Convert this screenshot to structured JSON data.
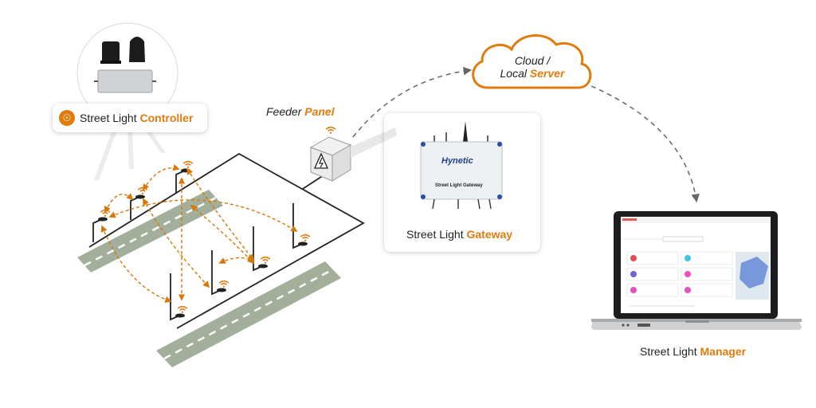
{
  "controller": {
    "label_main": "Street Light ",
    "label_accent": "Controller"
  },
  "feeder": {
    "label_main": "Feeder ",
    "label_accent": "Panel"
  },
  "cloud": {
    "line1": "Cloud /",
    "line2_main": "Local ",
    "line2_accent": "Server"
  },
  "gateway": {
    "label_main": "Street Light ",
    "label_accent": "Gateway",
    "device_brand": "Hynetic",
    "device_text": "Street Light Gateway"
  },
  "manager": {
    "label_main": "Street Light ",
    "label_accent": "Manager"
  },
  "colors": {
    "accent": "#e07c0d",
    "road": "#a3ae9b",
    "line": "#222222",
    "dashed_link": "#666666"
  },
  "icons": [
    "controller-icon",
    "wifi-icon",
    "electric-hazard-icon",
    "cloud-icon",
    "laptop-icon",
    "street-lamp-icon"
  ]
}
